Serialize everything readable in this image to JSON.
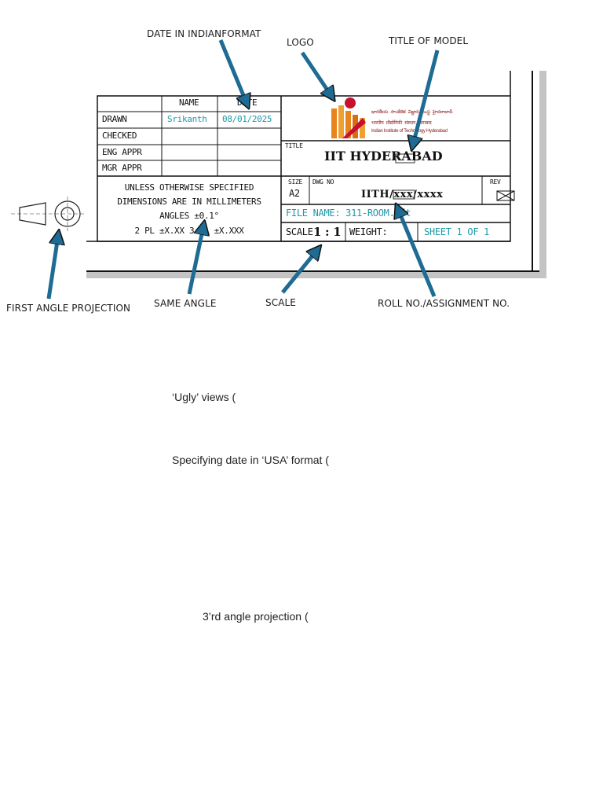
{
  "callouts": {
    "date_format": "DATE IN INDIANFORMAT",
    "logo": "LOGO",
    "title_of_model": "TITLE OF MODEL",
    "first_angle": "FIRST ANGLE PROJECTION",
    "same_angle": "SAME ANGLE",
    "scale": "SCALE",
    "roll_no": "ROLL NO./ASSIGNMENT NO."
  },
  "title_block": {
    "headers": {
      "name": "NAME",
      "date": "DATE"
    },
    "rows": [
      {
        "label": "DRAWN",
        "name": "Srikanth",
        "date": "08/01/2025"
      },
      {
        "label": "CHECKED",
        "name": "",
        "date": ""
      },
      {
        "label": "ENG APPR",
        "name": "",
        "date": ""
      },
      {
        "label": "MGR APPR",
        "name": "",
        "date": ""
      }
    ],
    "tolerance_lines": [
      "UNLESS OTHERWISE SPECIFIED",
      "DIMENSIONS ARE IN MILLIMETERS",
      "ANGLES ±0.1°",
      "2 PL ±X.XX  3 PL ±X.XXX"
    ],
    "logo_text": {
      "telugu": "భారతీయ సాంకేతిక విజ్ఞాన సంస్థ హైదరాబాద్",
      "hindi": "भारतीय प्रौद्योगिकी संस्थान हैदराबाद",
      "english": "Indian Institute of Technology Hyderabad"
    },
    "title_label": "TITLE",
    "title": "IIT HYDERABAD",
    "size_label": "SIZE",
    "size": "A2",
    "dwg_no_label": "DWG NO",
    "dwg_no": "IITH/xxx/xxxx",
    "rev_label": "REV",
    "file_name": "FILE NAME: 311-ROOM.dft",
    "scale_label": "SCALE",
    "scale": "1 : 1",
    "weight_label": "WEIGHT:",
    "sheet": "SHEET 1 OF 1"
  },
  "notes": [
    "‘Ugly’ views (",
    "Specifying date in ‘USA’ format (",
    "3’rd angle projection ("
  ],
  "colors": {
    "teal_entries": "#1e9aa8",
    "arrow": "#1e6b93",
    "logo_orange": "#e8841c",
    "logo_red": "#c8102e"
  }
}
